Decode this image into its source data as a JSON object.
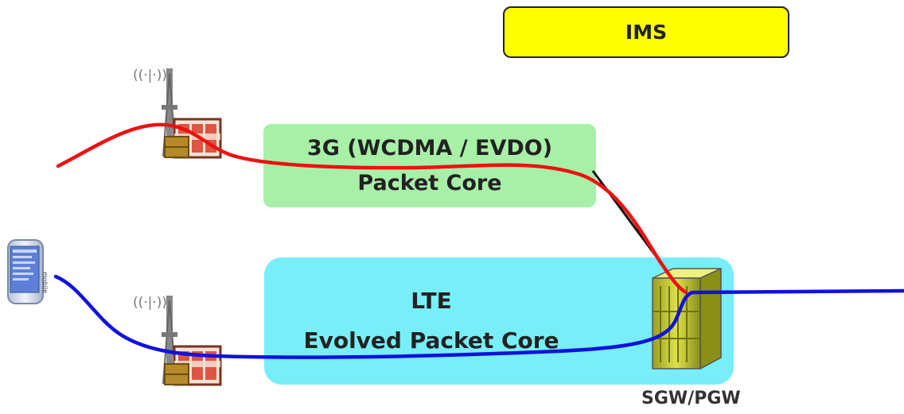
{
  "nodes": {
    "ims": {
      "label": "IMS"
    },
    "packet_core_3g": {
      "line1": "3G (WCDMA / EVDO)",
      "line2": "Packet Core"
    },
    "lte_core": {
      "line1": "LTE",
      "line2": "Evolved Packet Core"
    },
    "gateway": {
      "label": "SGW/PGW"
    },
    "tower_top": {
      "icon": "cell-tower-icon",
      "signal_text": "((·|·))"
    },
    "tower_bottom": {
      "icon": "cell-tower-icon",
      "signal_text": "((·|·))"
    },
    "handset": {
      "icon": "mobile-phone-icon",
      "brand_text": "mobile"
    }
  },
  "colors": {
    "ims_fill": "#ffff00",
    "core3g_fill": "#a8f0a8",
    "lte_fill": "#78eef8",
    "path_3g": "#ee1111",
    "path_lte": "#1111dd",
    "gateway_fill": "#c8cc33"
  }
}
